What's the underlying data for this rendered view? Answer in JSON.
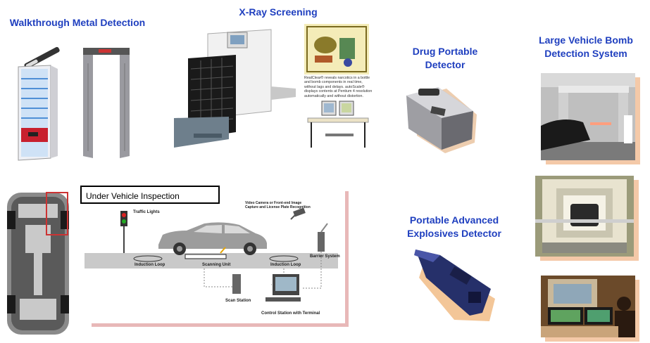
{
  "sections": {
    "walkthrough_title": "Walkthrough Metal Detection",
    "xray_title": "X-Ray Screening",
    "drug_title_line1": "Drug Portable",
    "drug_title_line2": "Detector",
    "large_vehicle_title_line1": "Large Vehicle Bomb",
    "large_vehicle_title_line2": "Detection System",
    "uvi_title": "Under Vehicle Inspection",
    "explosives_title_line1": "Portable Advanced",
    "explosives_title_line2": "Explosives Detector"
  },
  "xray_caption": "RealClear® reveals narcotics in a bottle and bomb components in real time, without lags and delays. autoScale® displays contents at Pentium 4 resolution automatically and without distortion.",
  "uvi_diagram": {
    "traffic_lights": "Traffic Lights",
    "camera_label": "Video Camera or Front-end Image Capture and License Plate Recognition",
    "induction_loop_left": "Induction Loop",
    "scanning_unit": "Scanning Unit",
    "induction_loop_right": "Induction Loop",
    "barrier_system": "Barrier System",
    "scan_station": "Scan Station",
    "control_station": "Control Station with Terminal"
  },
  "colors": {
    "title_blue": "#1f3fbf",
    "shadow_peach": "#f4c9a8",
    "road_gray": "#c9c9c9",
    "frame_pink": "#e8b8b8"
  }
}
